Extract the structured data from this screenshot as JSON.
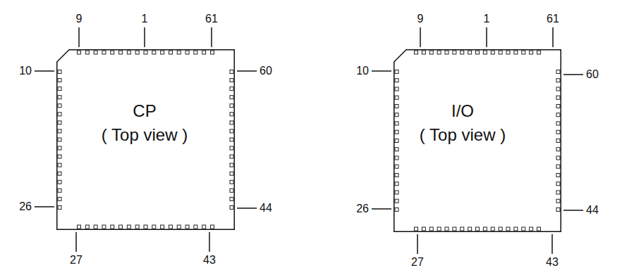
{
  "diagram": {
    "nodes": [
      {
        "text": [
          "CP",
          "( Top view )"
        ]
      },
      {
        "text": [
          "I/O",
          "( Top view )"
        ]
      }
    ],
    "labels": [
      "9",
      "1",
      "61",
      "10",
      "60",
      "26",
      "44",
      "27",
      "43",
      "9",
      "1",
      "61",
      "10",
      "60",
      "26",
      "44",
      "27",
      "43"
    ]
  }
}
